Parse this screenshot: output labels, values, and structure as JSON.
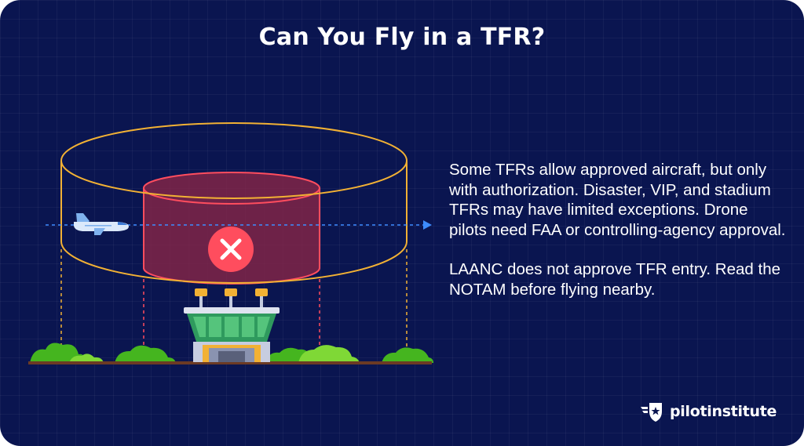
{
  "title": "Can You Fly in a TFR?",
  "description": {
    "paragraph_1": "Some TFRs allow approved aircraft, but only with authorization. Disaster, VIP, and stadium TFRs may have limited exceptions. Drone pilots need FAA or controlling-agency approval.",
    "paragraph_2": "LAANC does not approve TFR entry. Read the NOTAM before flying nearby."
  },
  "brand": {
    "name": "pilotinstitute",
    "logo_icon": "shield-star-wings-icon"
  },
  "diagram": {
    "outer_zone_color": "#f2b134",
    "inner_zone_color": "#ff4d5e",
    "inner_zone_fill": "#8a2647",
    "restricted_icon": "x-circle-icon",
    "flight_path_color": "#3d8cff",
    "aircraft_icon": "airplane-icon",
    "building_icon": "control-tower-icon"
  },
  "colors": {
    "background": "#0a1550",
    "text": "#ffffff",
    "accent_red": "#ff4d5e",
    "accent_yellow": "#f2b134"
  }
}
